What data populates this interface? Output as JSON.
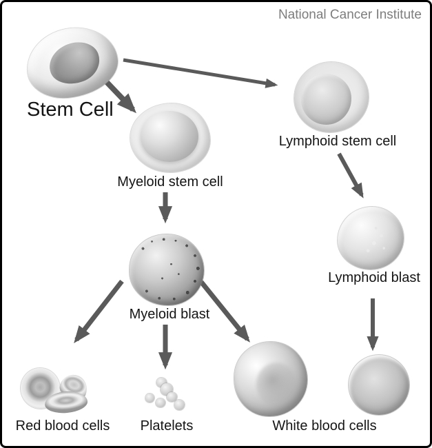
{
  "attribution": "National Cancer Institute",
  "nodes": {
    "stem_cell": {
      "label": "Stem Cell"
    },
    "myeloid_stem_cell": {
      "label": "Myeloid stem cell"
    },
    "lymphoid_stem_cell": {
      "label": "Lymphoid stem cell"
    },
    "myeloid_blast": {
      "label": "Myeloid blast"
    },
    "lymphoid_blast": {
      "label": "Lymphoid blast"
    },
    "red_blood_cells": {
      "label": "Red blood cells"
    },
    "platelets": {
      "label": "Platelets"
    },
    "white_blood_cells": {
      "label": "White blood cells"
    }
  },
  "edges": [
    {
      "from": "Stem Cell",
      "to": "Myeloid stem cell"
    },
    {
      "from": "Stem Cell",
      "to": "Lymphoid stem cell"
    },
    {
      "from": "Myeloid stem cell",
      "to": "Myeloid blast"
    },
    {
      "from": "Myeloid blast",
      "to": "Red blood cells"
    },
    {
      "from": "Myeloid blast",
      "to": "Platelets"
    },
    {
      "from": "Myeloid blast",
      "to": "White blood cells"
    },
    {
      "from": "Lymphoid stem cell",
      "to": "Lymphoid blast"
    },
    {
      "from": "Lymphoid blast",
      "to": "White blood cells"
    }
  ],
  "colors": {
    "background": "#ffffff",
    "border": "#000000",
    "arrow": "#5a5a5a",
    "label": "#141414",
    "attribution": "#7d7d7d"
  }
}
